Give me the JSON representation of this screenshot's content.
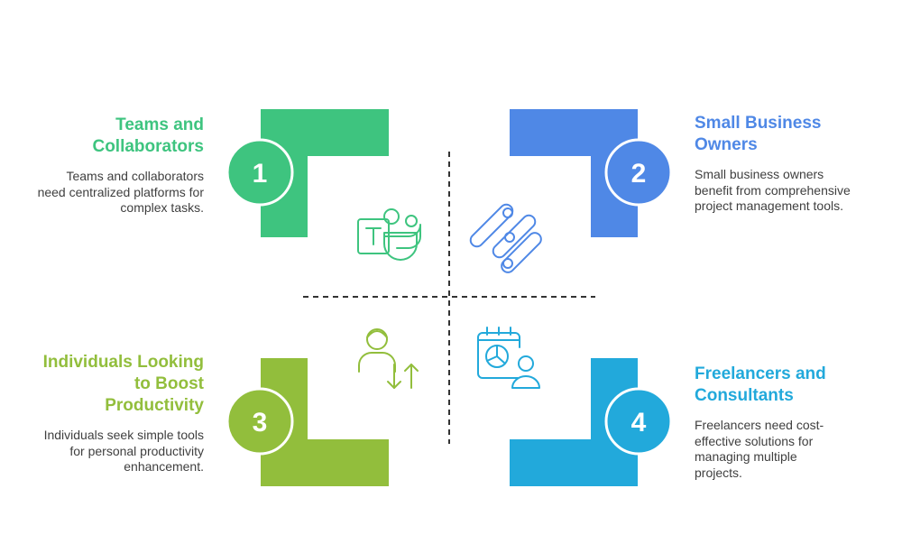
{
  "colors": {
    "green": "#3ec47f",
    "blue": "#4f88e6",
    "olive": "#92be3c",
    "cyan": "#22a9db",
    "divider": "#333333"
  },
  "quadrants": [
    {
      "number": "1",
      "title": "Teams and Collaborators",
      "description": "Teams and collaborators need centralized platforms for complex tasks.",
      "icon": "teams-app-icon"
    },
    {
      "number": "2",
      "title": "Small Business Owners",
      "description": "Small business owners benefit from comprehensive project management tools.",
      "icon": "project-management-logo-icon"
    },
    {
      "number": "3",
      "title": "Individuals Looking to Boost Productivity",
      "description": "Individuals seek simple tools for personal productivity enhancement.",
      "icon": "person-sort-arrows-icon"
    },
    {
      "number": "4",
      "title": "Freelancers and Consultants",
      "description": "Freelancers need cost-effective solutions for managing multiple projects.",
      "icon": "calendar-chart-user-icon"
    }
  ]
}
